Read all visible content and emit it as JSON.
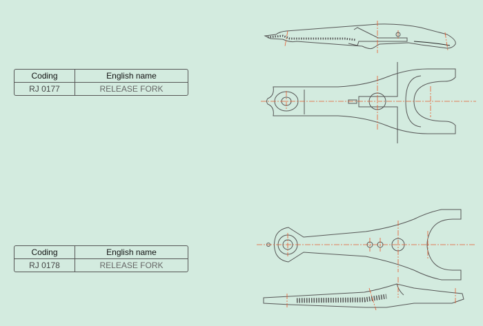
{
  "parts": [
    {
      "header": {
        "coding": "Coding",
        "english_name": "English name"
      },
      "coding": "RJ 0177",
      "english_name": "RELEASE FORK"
    },
    {
      "header": {
        "coding": "Coding",
        "english_name": "English name"
      },
      "coding": "RJ 0178",
      "english_name": "RELEASE FORK"
    }
  ],
  "colors": {
    "background": "#d3ebdf",
    "outline": "#555555",
    "centerline": "#e8572a"
  }
}
